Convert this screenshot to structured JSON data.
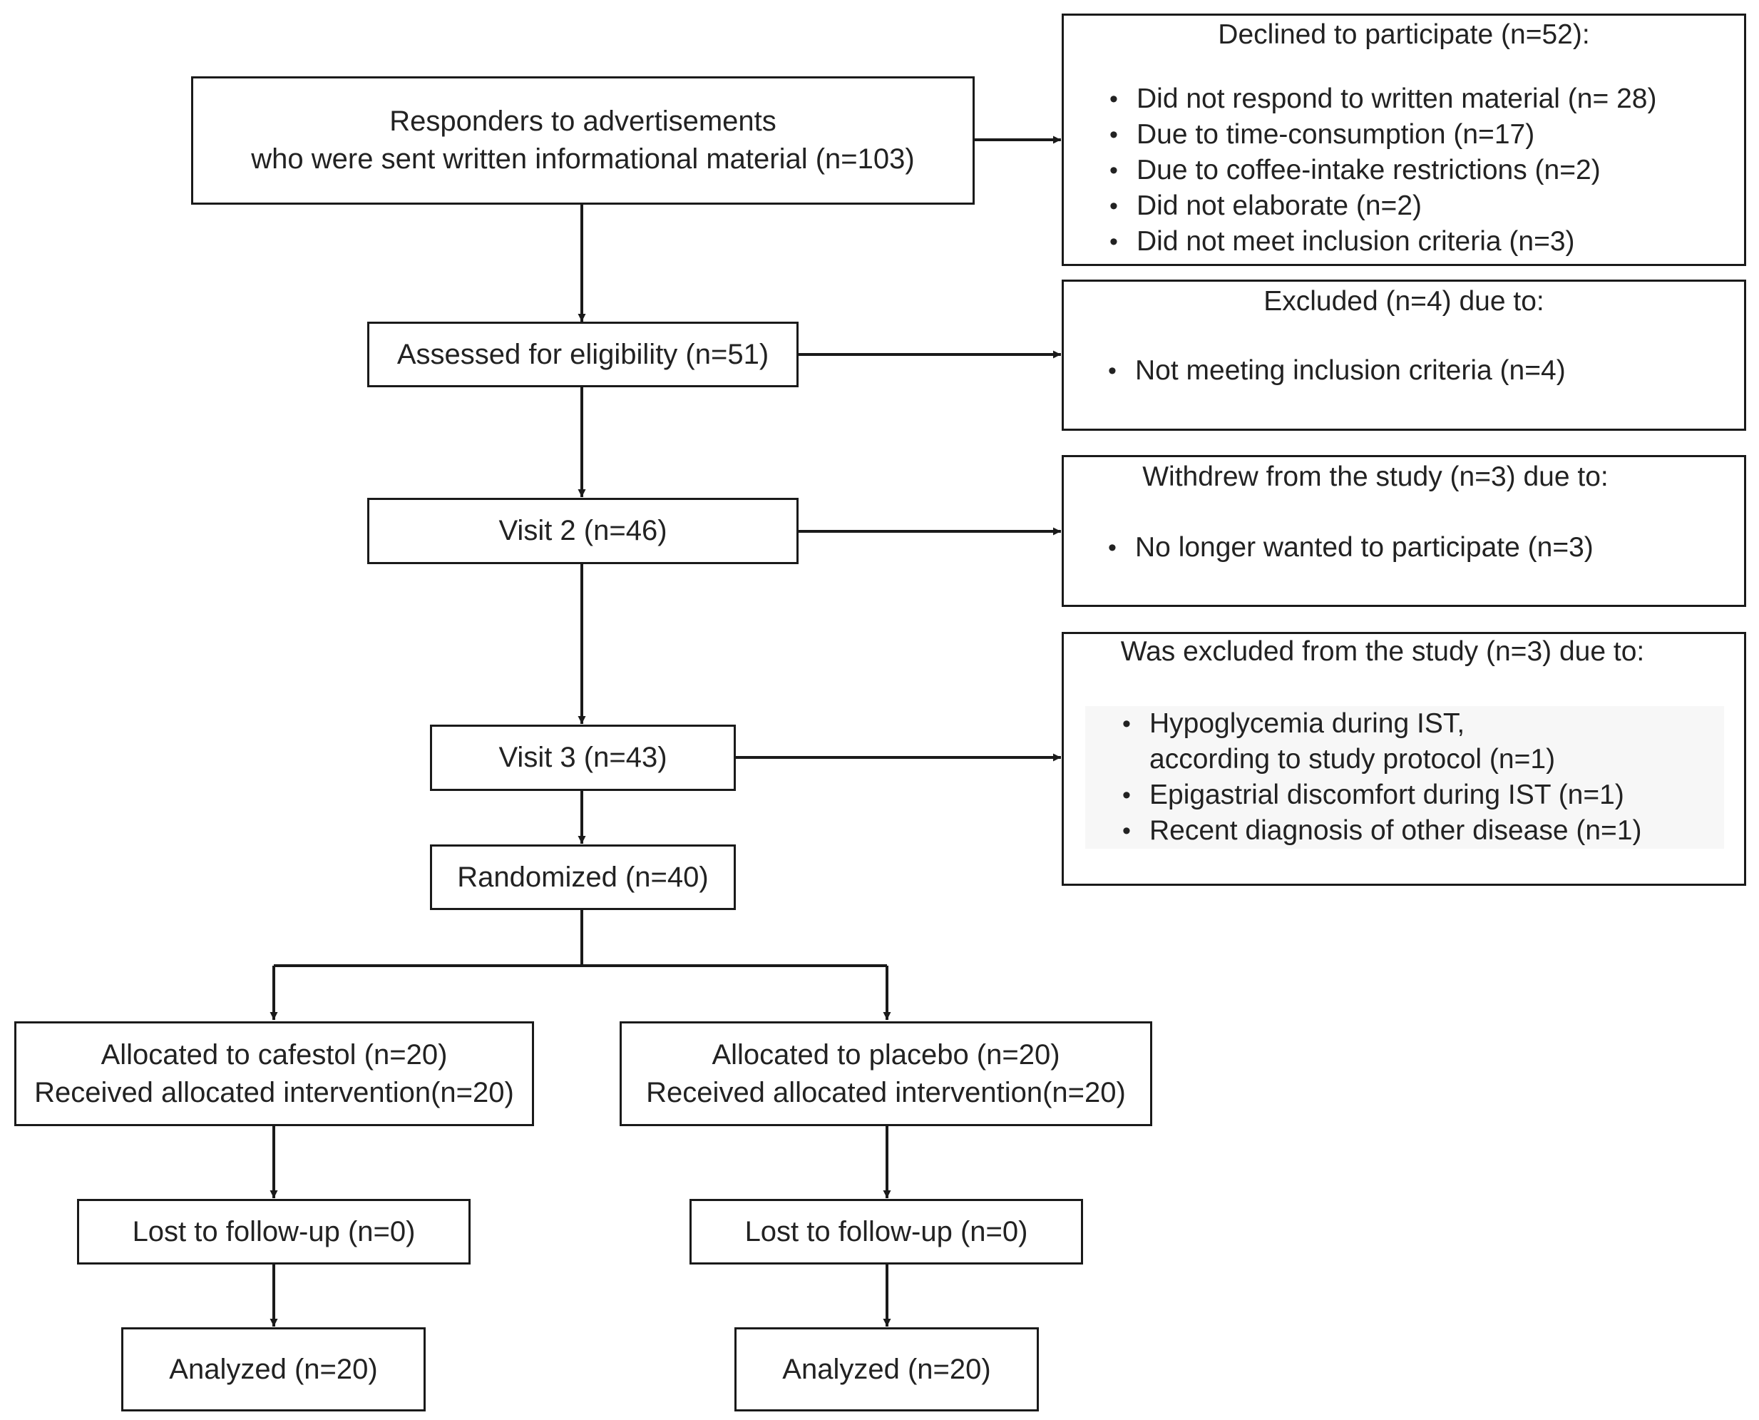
{
  "flow": {
    "responders": {
      "lines": [
        "Responders to advertisements",
        "who were sent written informational material (n=103)"
      ]
    },
    "assessed": {
      "lines": [
        "Assessed for eligibility (n=51)"
      ]
    },
    "visit2": {
      "lines": [
        "Visit 2 (n=46)"
      ]
    },
    "visit3": {
      "lines": [
        "Visit 3 (n=43)"
      ]
    },
    "randomized": {
      "lines": [
        "Randomized (n=40)"
      ]
    },
    "cafestol": {
      "lines": [
        "Allocated to cafestol (n=20)",
        "Received allocated intervention(n=20)"
      ]
    },
    "placebo": {
      "lines": [
        "Allocated to placebo (n=20)",
        "Received allocated intervention(n=20)"
      ]
    },
    "lost_cafestol": {
      "lines": [
        "Lost to follow-up (n=0)"
      ]
    },
    "lost_placebo": {
      "lines": [
        "Lost to follow-up (n=0)"
      ]
    },
    "analyzed_cafestol": {
      "lines": [
        "Analyzed (n=20)"
      ]
    },
    "analyzed_placebo": {
      "lines": [
        "Analyzed (n=20)"
      ]
    }
  },
  "side_boxes": {
    "declined": {
      "heading": "Declined to participate (n=52):",
      "items": [
        "Did not respond to written material (n= 28)",
        "Due to time-consumption (n=17)",
        "Due to coffee-intake restrictions (n=2)",
        "Did not elaborate (n=2)",
        "Did not meet inclusion criteria (n=3)"
      ]
    },
    "excluded": {
      "heading": "Excluded (n=4) due to:",
      "items": [
        "Not meeting inclusion criteria (n=4)"
      ]
    },
    "withdrew": {
      "heading": "Withdrew from the study (n=3) due to:",
      "items": [
        "No longer wanted to participate (n=3)"
      ]
    },
    "was_excluded": {
      "heading": "Was excluded from the study (n=3) due to:",
      "items": [
        [
          "Hypoglycemia during IST,",
          "according to study protocol (n=1)"
        ],
        "Epigastrial discomfort during IST (n=1)",
        "Recent diagnosis of other disease (n=1)"
      ]
    }
  },
  "colors": {
    "stroke": "#1a1a1a",
    "text": "#222222",
    "background": "#ffffff"
  }
}
